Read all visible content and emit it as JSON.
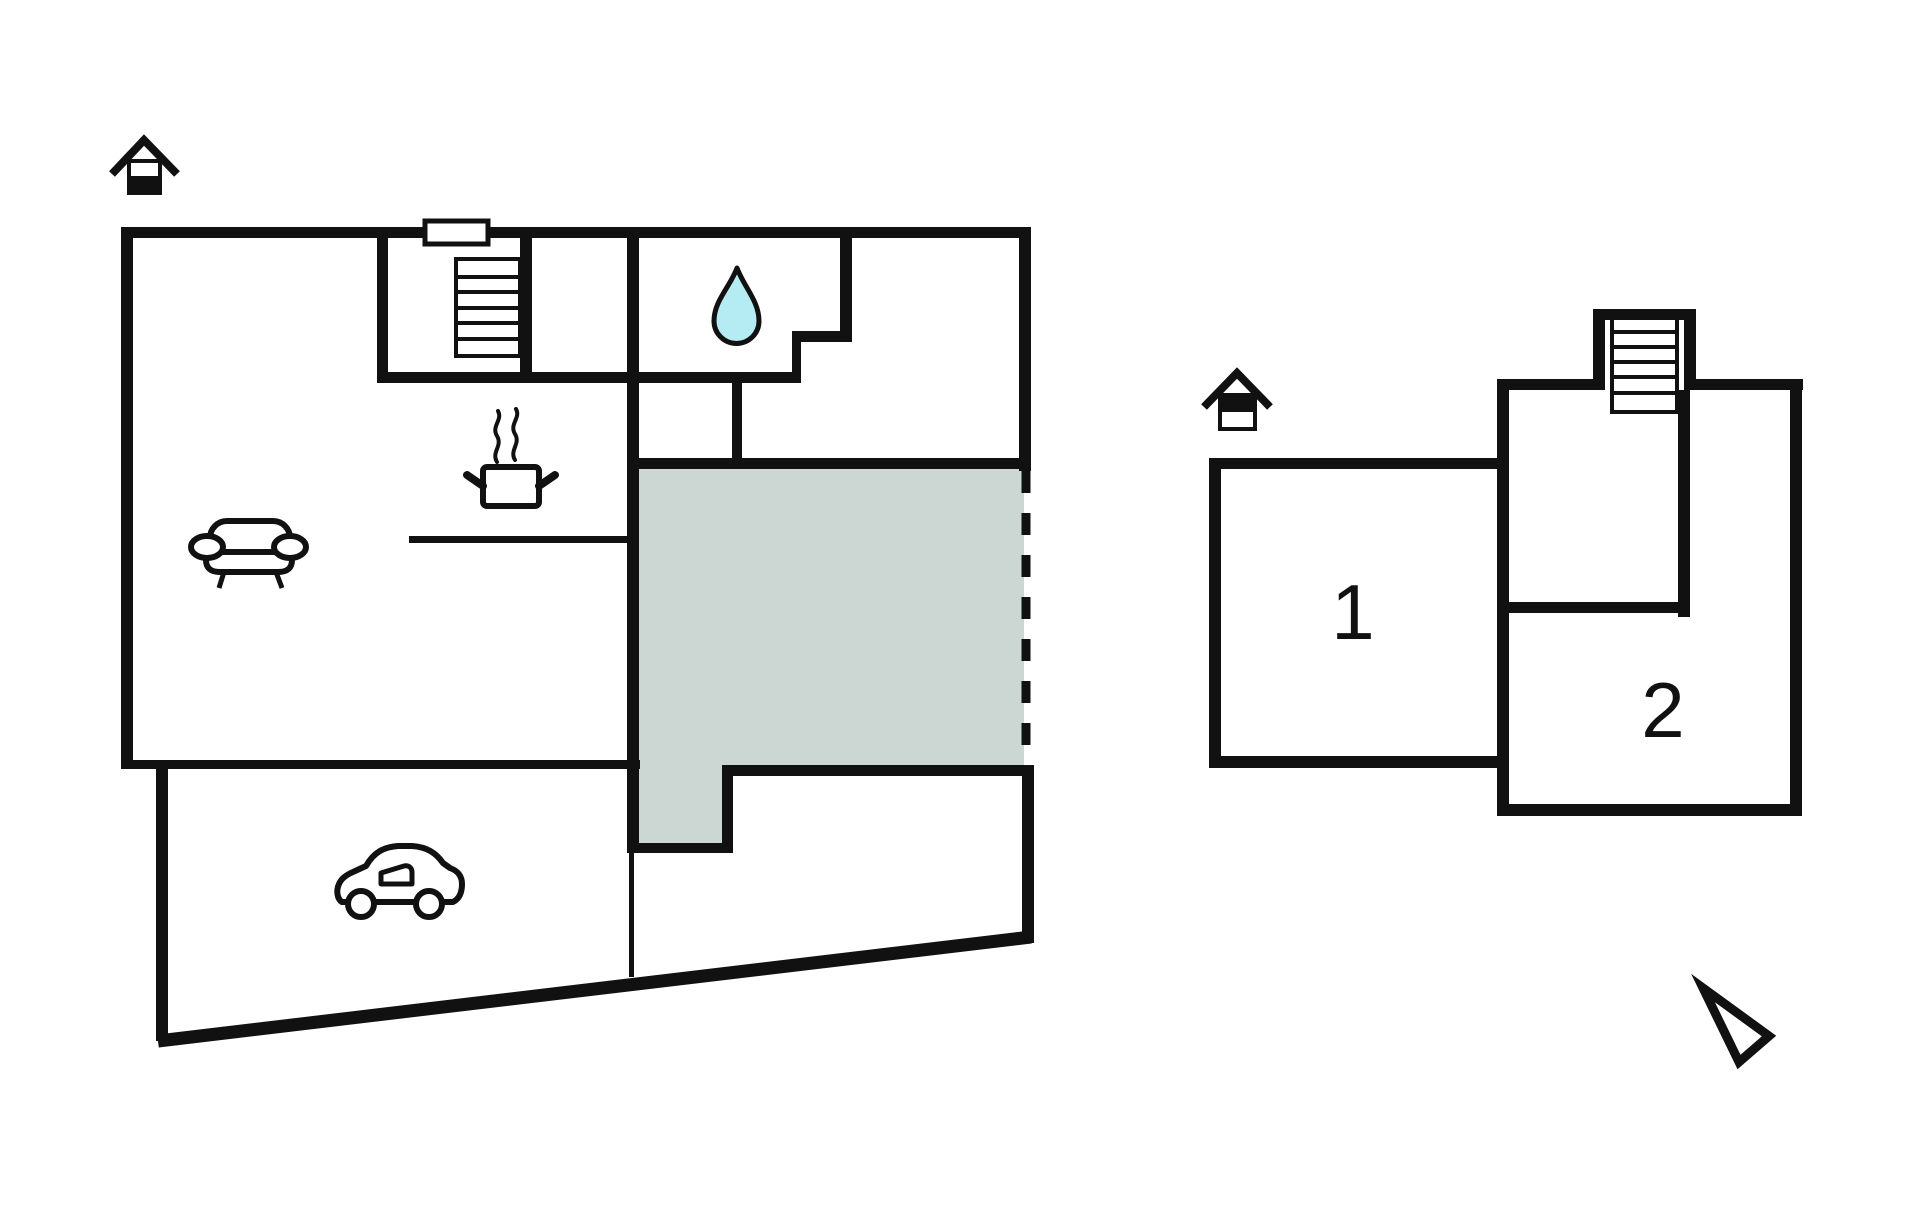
{
  "title": "holiday-home-floor-plan",
  "colors": {
    "background": "#ffffff",
    "wall": "#111111",
    "terrace_fill": "#ccd6d3",
    "water_drop_fill": "#b5ebf2"
  },
  "ground_floor": {
    "indicator_icon": "house-ground-floor-icon",
    "icons": [
      "staircase-icon",
      "window-marker",
      "water-drop-icon",
      "cooking-pot-icon",
      "sofa-icon",
      "car-icon",
      "terrace-open-edge-dashed"
    ]
  },
  "upper_floor": {
    "indicator_icon": "house-upper-floor-icon",
    "icons": [
      "staircase-icon"
    ],
    "rooms": [
      {
        "label": "1"
      },
      {
        "label": "2"
      }
    ]
  },
  "compass": {
    "icon": "north-arrow-icon"
  }
}
